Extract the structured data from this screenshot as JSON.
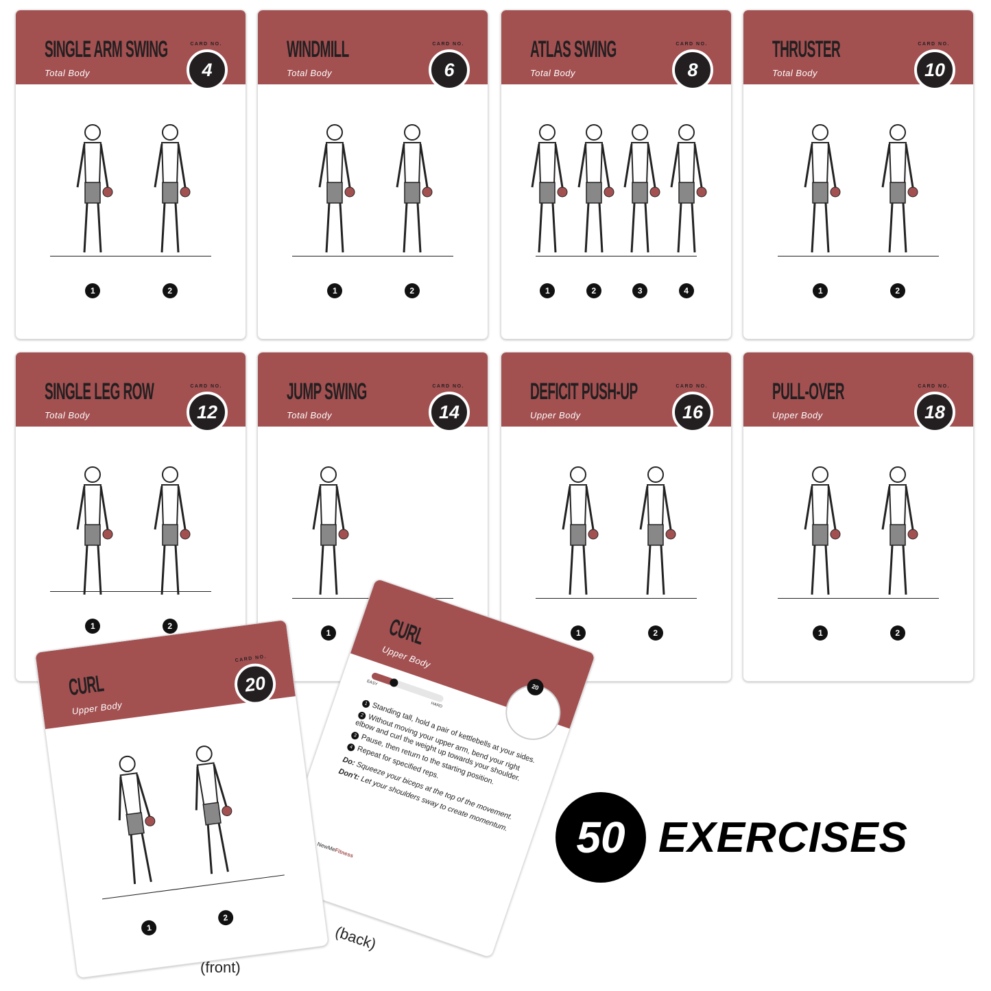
{
  "card_no_label": "CARD NO.",
  "accent_color": "#a35051",
  "cards": [
    {
      "title": "SINGLE ARM SWING",
      "category": "Total Body",
      "number": "4",
      "steps": [
        "1",
        "2"
      ]
    },
    {
      "title": "WINDMILL",
      "category": "Total Body",
      "number": "6",
      "steps": [
        "1",
        "2"
      ]
    },
    {
      "title": "ATLAS SWING",
      "category": "Total Body",
      "number": "8",
      "steps": [
        "1",
        "2",
        "3",
        "4"
      ]
    },
    {
      "title": "THRUSTER",
      "category": "Total Body",
      "number": "10",
      "steps": [
        "1",
        "2"
      ]
    },
    {
      "title": "SINGLE LEG ROW",
      "category": "Total Body",
      "number": "12",
      "steps": [
        "1",
        "2"
      ]
    },
    {
      "title": "JUMP SWING",
      "category": "Total Body",
      "number": "14",
      "steps": [
        "1"
      ]
    },
    {
      "title": "DEFICIT PUSH-UP",
      "category": "Upper Body",
      "number": "16",
      "steps": [
        "1",
        "2"
      ]
    },
    {
      "title": "PULL-OVER",
      "category": "Upper Body",
      "number": "18",
      "steps": [
        "1",
        "2"
      ]
    }
  ],
  "front_card": {
    "title": "CURL",
    "category": "Upper Body",
    "number": "20",
    "steps": [
      "1",
      "2"
    ],
    "caption": "(front)"
  },
  "back_card": {
    "title": "CURL",
    "category": "Upper Body",
    "number": "20",
    "difficulty": {
      "easy_label": "EASY",
      "hard_label": "HARD",
      "level": 0.3
    },
    "instructions": [
      {
        "n": "1",
        "text": "Standing tall, hold a pair of kettlebells at your sides."
      },
      {
        "n": "2",
        "text": "Without moving your upper arm, bend your right elbow and curl the weight up towards your shoulder."
      },
      {
        "n": "3",
        "text": "Pause, then return to the starting position."
      },
      {
        "n": "4",
        "text": "Repeat for specified reps."
      }
    ],
    "do_label": "Do:",
    "do_text": "Squeeze your biceps at the top of the movement.",
    "dont_label": "Don't:",
    "dont_text": "Let your shoulders sway to create momentum.",
    "logo": {
      "part1": "NewMe",
      "part2": "Fitness"
    },
    "caption": "(back)"
  },
  "promo": {
    "count": "50",
    "label": "EXERCISES"
  }
}
